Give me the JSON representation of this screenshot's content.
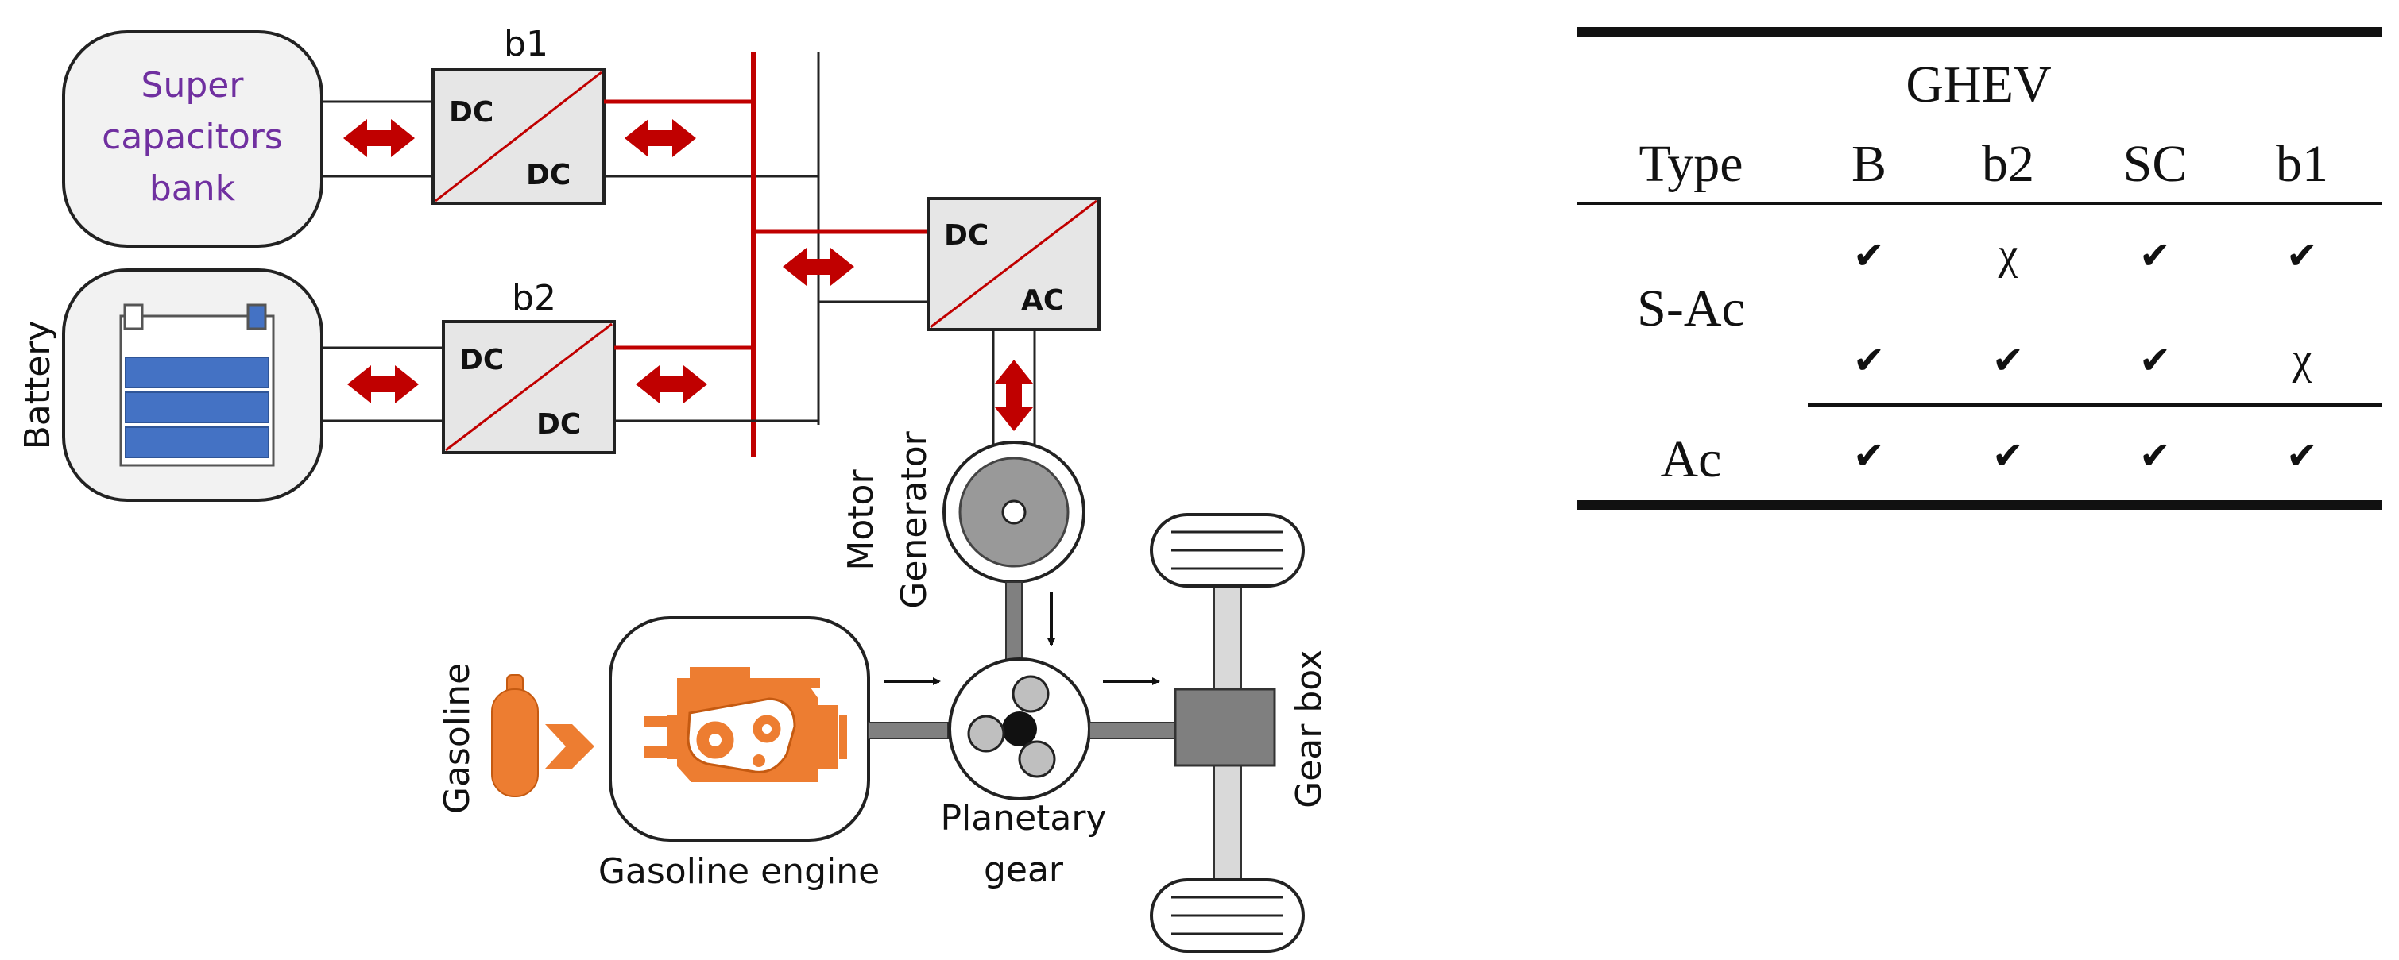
{
  "diagram": {
    "supercap_label": [
      "Super",
      "capacitors",
      "bank"
    ],
    "battery_label": "Battery",
    "converters": {
      "b1": {
        "name": "b1",
        "in": "DC",
        "out": "DC"
      },
      "b2": {
        "name": "b2",
        "in": "DC",
        "out": "DC"
      },
      "inverter": {
        "in": "DC",
        "out": "AC"
      }
    },
    "motor_generator_label": [
      "Motor",
      "Generator"
    ],
    "gasoline_label": "Gasoline",
    "engine_label": "Gasoline engine",
    "planetary_label": [
      "Planetary",
      "gear"
    ],
    "gearbox_label": "Gear box",
    "colors": {
      "dc_bus": "#c00000",
      "arrow": "#c00000",
      "battery_cells": "#4472c4",
      "supercap_text": "#7030a0",
      "engine": "#ed7d31"
    }
  },
  "table": {
    "title": "GHEV",
    "headers": [
      "Type",
      "B",
      "b2",
      "SC",
      "b1"
    ],
    "rows": [
      {
        "type": "S-Ac",
        "cells": [
          "check",
          "χ",
          "check",
          "check"
        ]
      },
      {
        "type": "",
        "cells": [
          "check",
          "check",
          "check",
          "χ"
        ]
      },
      {
        "type": "Ac",
        "cells": [
          "check",
          "check",
          "check",
          "check"
        ]
      }
    ]
  }
}
